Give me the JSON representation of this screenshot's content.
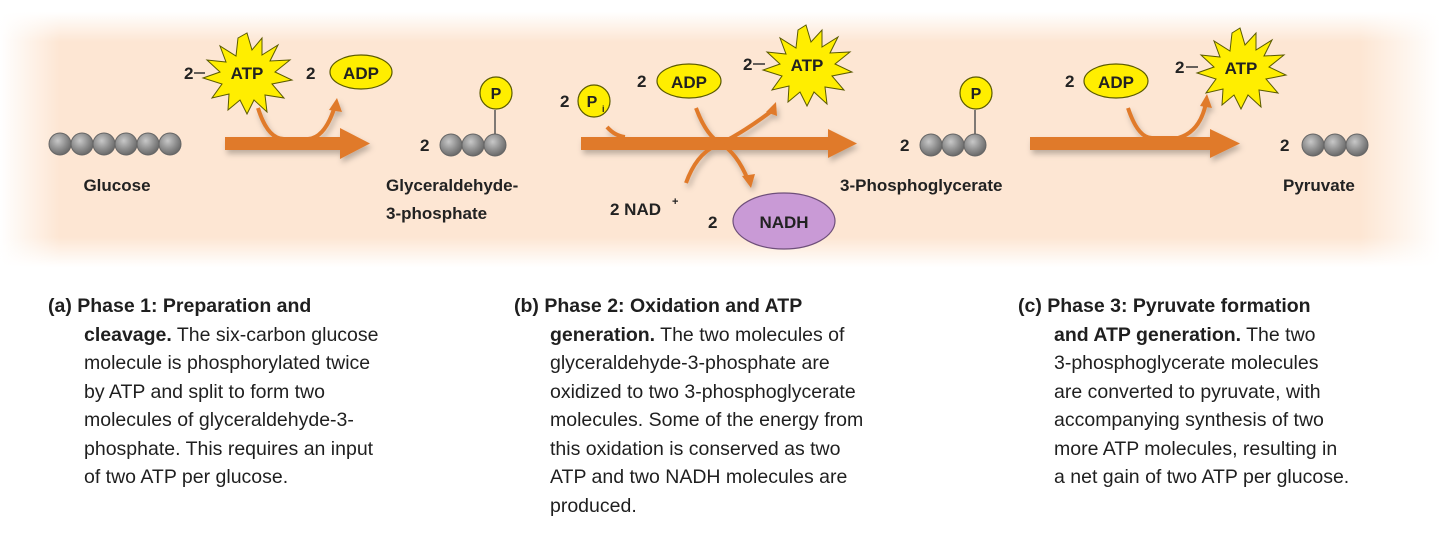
{
  "diagram": {
    "title": "Glycolysis phases",
    "background_color": "#fde8d6",
    "arrow_color": "#e07a2a",
    "atp_color": "#ffee00",
    "nadh_color": "#c99ad6",
    "carbon_color": "#8f8f8f",
    "molecules": {
      "glucose": {
        "label": "Glucose",
        "carbons": 6
      },
      "g3p": {
        "coef": "2",
        "label_line1": "Glyceraldehyde-",
        "label_line2": "3-phosphate",
        "carbons": 3,
        "phosphate": "P"
      },
      "pga": {
        "coef": "2",
        "label": "3-Phosphoglycerate",
        "carbons": 3,
        "phosphate": "P"
      },
      "pyruvate": {
        "coef": "2",
        "label": "Pyruvate",
        "carbons": 3
      }
    },
    "phase1": {
      "atp_in_coef": "2",
      "atp_in": "ATP",
      "adp_out_coef": "2",
      "adp_out": "ADP"
    },
    "phase2": {
      "pi_coef": "2",
      "pi": "P",
      "pi_sub": "i",
      "adp_in_coef": "2",
      "adp_in": "ADP",
      "atp_out_coef": "2",
      "atp_out": "ATP",
      "nad_in": "2 NAD",
      "nad_sup": "+",
      "nadh_out_coef": "2",
      "nadh_out": "NADH"
    },
    "phase3": {
      "adp_in_coef": "2",
      "adp_in": "ADP",
      "atp_out_coef": "2",
      "atp_out": "ATP"
    }
  },
  "captions": {
    "a": {
      "lines": [
        {
          "tag": "(a) ",
          "bold": "Phase 1: Preparation and",
          "text": ""
        },
        {
          "bold": "cleavage.",
          "text": " The six-carbon glucose"
        },
        {
          "text": "molecule is phosphorylated twice"
        },
        {
          "text": "by ATP and split to form two"
        },
        {
          "text": "molecules of glyceraldehyde-3-"
        },
        {
          "text": "phosphate. This requires an input"
        },
        {
          "text": "of two ATP per glucose."
        }
      ]
    },
    "b": {
      "lines": [
        {
          "tag": "(b) ",
          "bold": "Phase 2: Oxidation and ATP",
          "text": ""
        },
        {
          "bold": "generation.",
          "text": " The two molecules of"
        },
        {
          "text": "glyceraldehyde-3-phosphate are"
        },
        {
          "text": "oxidized to two 3-phosphoglycerate"
        },
        {
          "text": "molecules. Some of the energy from"
        },
        {
          "text": "this oxidation is conserved as two"
        },
        {
          "text": "ATP and two NADH molecules are"
        },
        {
          "text": "produced."
        }
      ]
    },
    "c": {
      "lines": [
        {
          "tag": "(c) ",
          "bold": "Phase 3: Pyruvate formation",
          "text": ""
        },
        {
          "bold": "and ATP generation.",
          "text": " The two"
        },
        {
          "text": "3-phosphoglycerate molecules"
        },
        {
          "text": "are converted to pyruvate, with"
        },
        {
          "text": "accompanying synthesis of two"
        },
        {
          "text": "more ATP molecules, resulting in"
        },
        {
          "text": "a net gain of two ATP per glucose."
        }
      ]
    }
  }
}
